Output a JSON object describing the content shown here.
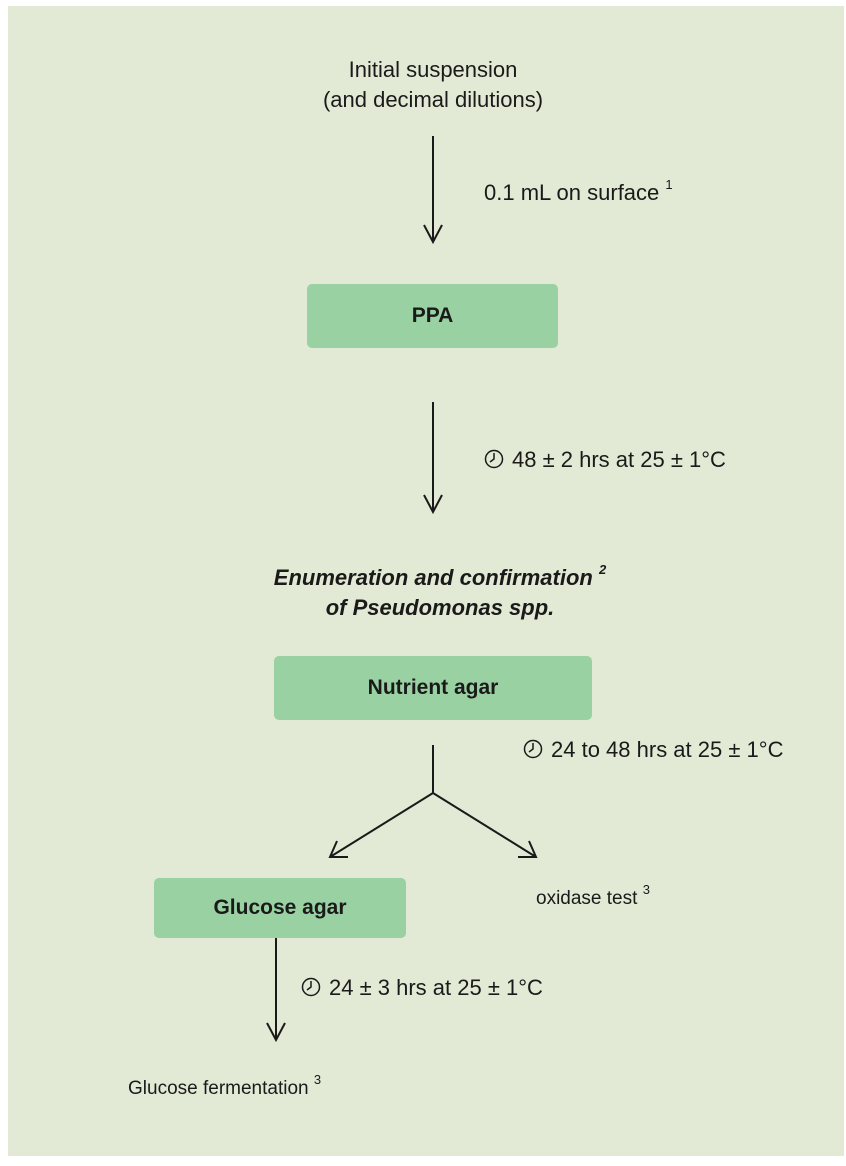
{
  "nodes": {
    "start_line1": "Initial suspension",
    "start_line2": "(and decimal dilutions)",
    "ppa": "PPA",
    "enum_line1": "Enumeration and confirmation",
    "enum_sup": "2",
    "enum_line2": "of Pseudomonas spp.",
    "nutrient": "Nutrient agar",
    "glucose_agar": "Glucose agar",
    "oxidase": "oxidase test",
    "oxidase_sup": "3",
    "fermentation": "Glucose fermentation",
    "fermentation_sup": "3"
  },
  "edges": {
    "e1": "0.1 mL on surface",
    "e1_sup": "1",
    "e2": "48 ± 2 hrs at 25 ± 1°C",
    "e3": "24 to 48 hrs at 25 ± 1°C",
    "e4": "24 ± 3 hrs at 25 ± 1°C"
  },
  "icons": {
    "timer": "clock-icon"
  },
  "colors": {
    "background": "#e2ead5",
    "box": "#99d1a3",
    "text": "#1a1a1a"
  }
}
